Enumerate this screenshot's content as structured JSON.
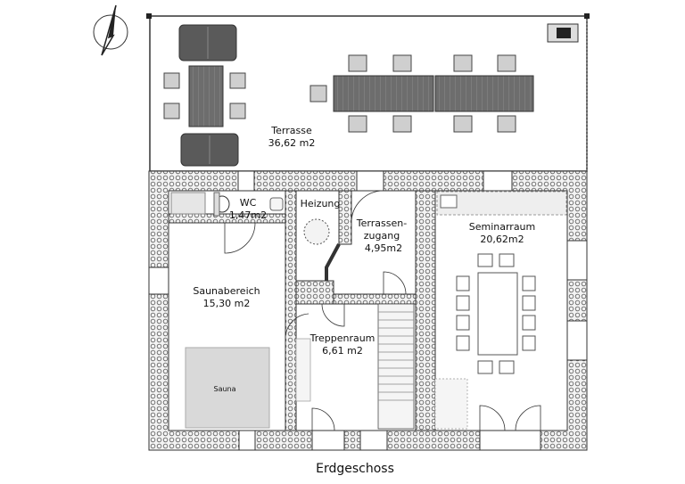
{
  "plan": {
    "caption": "Erdgeschoss",
    "rooms": {
      "terrasse": {
        "name": "Terrasse",
        "area": "36,62 m2"
      },
      "wc": {
        "name": "WC",
        "area": "1,47m2"
      },
      "heizung": {
        "name": "Heizung"
      },
      "terrassenzugang": {
        "name_line1": "Terrassen-",
        "name_line2": "zugang",
        "area": "4,95m2"
      },
      "seminarraum": {
        "name": "Seminarraum",
        "area": "20,62m2"
      },
      "saunabereich": {
        "name": "Saunabereich",
        "area": "15,30 m2"
      },
      "treppenraum": {
        "name": "Treppenraum",
        "area": "6,61 m2"
      }
    },
    "sauna_label": "Sauna",
    "icons": [
      "north-arrow-icon",
      "grill-icon",
      "toilet-icon",
      "boiler-icon",
      "sink-icon",
      "shower-icon"
    ],
    "colors": {
      "wall_hatch": "#6a6a6a",
      "wall_bg": "#f2f2f2",
      "furniture": "#555555",
      "sauna": "#d9d9d9"
    }
  }
}
